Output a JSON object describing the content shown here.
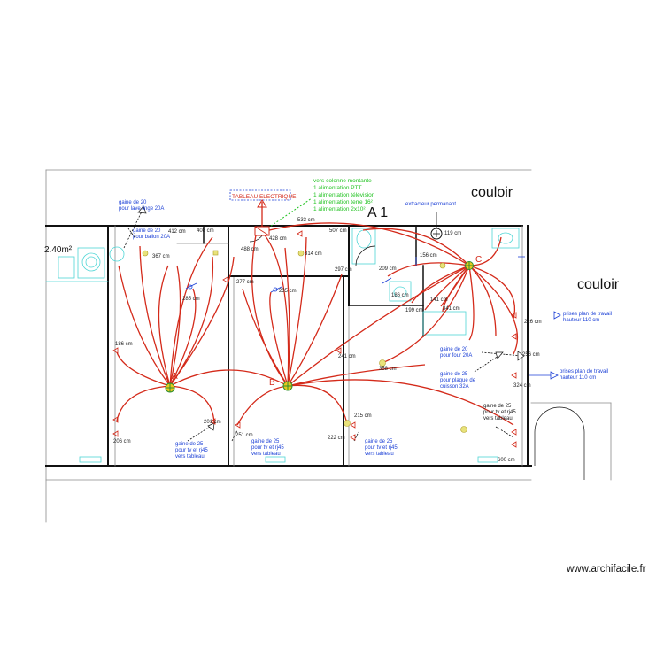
{
  "colors": {
    "wall": "#111111",
    "thin_wall": "#8a8a8a",
    "fixture": "#4fd6d6",
    "circuit": "#d42a1a",
    "note": "#1b3fd6",
    "green_note": "#22c322",
    "hub_fill": "#e8c81e",
    "light_fill": "#e8e27a"
  },
  "header": {
    "area_label": "2.40m²",
    "room_label": "A 1",
    "couloir_top": "couloir",
    "couloir_right": "couloir",
    "extracteur": "extracteur permanant",
    "tableau": "TABLEAU ELECTRIQUE"
  },
  "colonne": {
    "lines": [
      "vers colonne montante",
      "1 alimentation PTT",
      "1 alimentation télévision",
      "1 alimentation terre 16²",
      "1 alimentation 2x10²"
    ]
  },
  "hubs": {
    "a": "A",
    "b": "B",
    "c": "C"
  },
  "notes": {
    "lave_linge": [
      "gaine de 20",
      "pour lave linge 20A"
    ],
    "ballon": [
      "gaine de 20",
      "pour ballon 20A"
    ],
    "four": [
      "gaine de 20",
      "pour four 20A"
    ],
    "plaque": [
      "gaine de 25",
      "pour plaque de",
      "cuisson 32A"
    ],
    "tv1": [
      "gaine de 25",
      "pour tv et rj45",
      "vers tableau"
    ],
    "tv2": [
      "gaine de 25",
      "pour tv et rj45",
      "vers tableau"
    ],
    "tv3": [
      "gaine de 25",
      "pour tv et rj45",
      "vers tableau"
    ],
    "tv4": [
      "gaine de 25",
      "pour tv et rj45",
      "vers tableau"
    ],
    "plan_travail_1": [
      "prises plan de travail",
      "hauteur 110 cm"
    ],
    "plan_travail_2": [
      "prises plan de travail",
      "hauteur 110 cm"
    ]
  },
  "dimensions": {
    "d412": "412 cm",
    "d408": "408 cm",
    "d367": "367 cm",
    "d533": "533 cm",
    "d507": "507 cm",
    "d488": "488 cm",
    "d428": "428 cm",
    "d314": "314 cm",
    "d119": "119 cm",
    "d156": "156 cm",
    "d209": "209 cm",
    "d297": "297 cm",
    "d277": "277 cm",
    "d235": "235 cm",
    "d285": "285 cm",
    "d186a": "186 cm",
    "d186b": "186 cm",
    "d199": "199 cm",
    "d141": "141 cm",
    "d341": "341 cm",
    "d226": "226 cm",
    "d256": "256 cm",
    "d324": "324 cm",
    "d358": "358 cm",
    "d241": "241 cm",
    "d215": "215 cm",
    "d222": "222 cm",
    "d201": "201 cm",
    "d251": "251 cm",
    "d206": "206 cm",
    "d600": "600 cm"
  },
  "watermark": "www.archifacile.fr"
}
